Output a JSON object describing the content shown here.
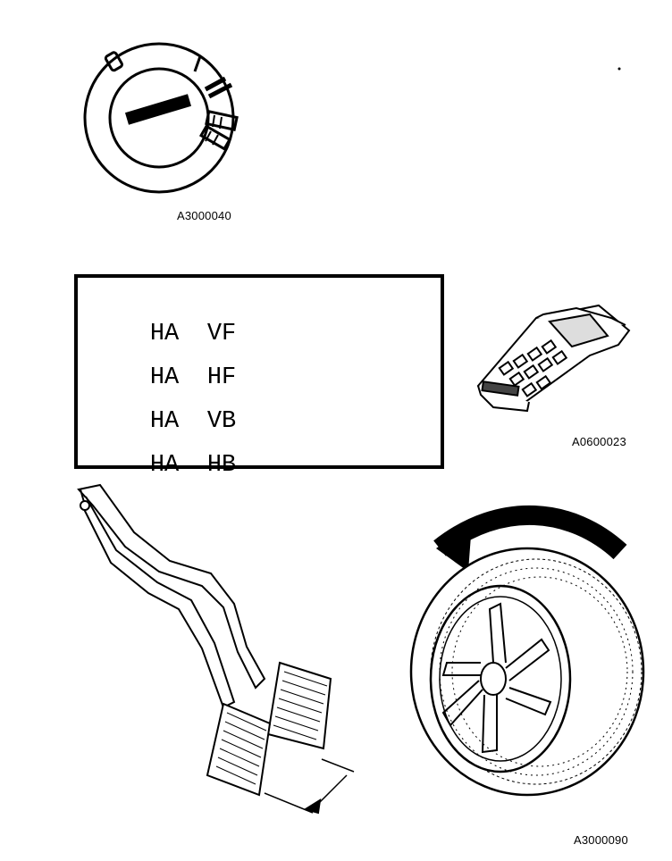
{
  "figures": {
    "ignition": {
      "label": "A3000040"
    },
    "tester": {
      "label": "A0600023"
    },
    "wheel": {
      "label": "A3000090"
    }
  },
  "codes": [
    {
      "a": "HA",
      "b": "VF"
    },
    {
      "a": "HA",
      "b": "HF"
    },
    {
      "a": "HA",
      "b": "VB"
    },
    {
      "a": "HA",
      "b": "HB"
    }
  ],
  "colors": {
    "ink": "#000000",
    "paper": "#ffffff"
  }
}
